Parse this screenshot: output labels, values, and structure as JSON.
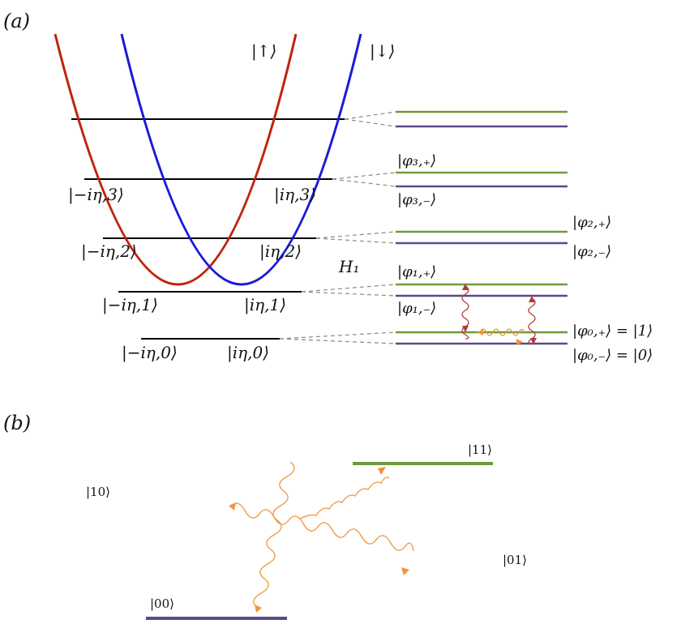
{
  "panel_a": {
    "label": "(a)",
    "spin_up": "|↑⟩",
    "spin_down": "|↓⟩",
    "hamiltonian": "H₁",
    "left_states": [
      "|−iη,0⟩",
      "|−iη,1⟩",
      "|−iη,2⟩",
      "|−iη,3⟩"
    ],
    "right_states": [
      "|iη,0⟩",
      "|iη,1⟩",
      "|iη,2⟩",
      "|iη,3⟩"
    ],
    "dressed_states": [
      "|φ₀,₊⟩ = |1⟩",
      "|φ₀,₋⟩ = |0⟩",
      "|φ₁,₊⟩",
      "|φ₁,₋⟩",
      "|φ₂,₊⟩",
      "|φ₂,₋⟩",
      "|φ₃,₊⟩",
      "|φ₃,₋⟩"
    ]
  },
  "panel_b": {
    "label": "(b)",
    "states": [
      "|10⟩",
      "|11⟩",
      "|00⟩",
      "|01⟩"
    ]
  },
  "colors": {
    "red_parabola": "#c0230f",
    "blue_parabola": "#1a1adb",
    "green_level": "#6f9a3c",
    "purple_level": "#5a4a8a",
    "photon": "#f0953a",
    "phonon": "#b03a3a",
    "dashed": "#8a8a8a"
  }
}
